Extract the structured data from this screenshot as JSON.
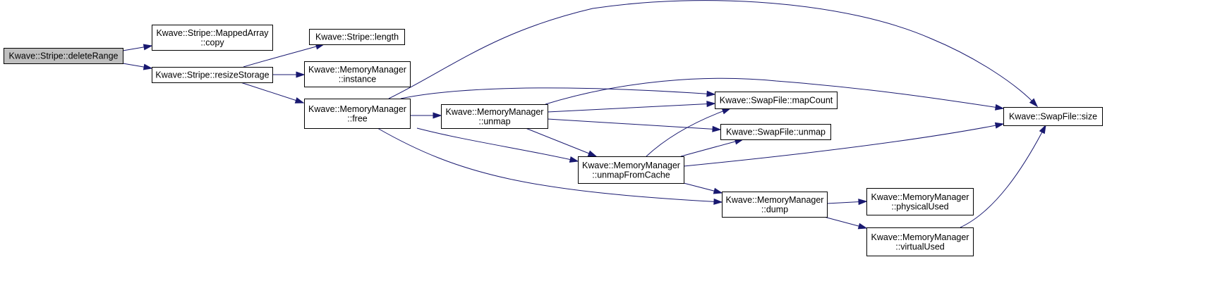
{
  "graph": {
    "title": "",
    "colors": {
      "edge": "#191970",
      "current_node_fill": "#bfbfbf",
      "node_fill": "#ffffff",
      "node_border": "#000000"
    },
    "nodes": [
      {
        "id": "deleteRange",
        "lines": [
          "Kwave::Stripe::deleteRange"
        ],
        "current": true
      },
      {
        "id": "copy",
        "lines": [
          "Kwave::Stripe::MappedArray",
          "::copy"
        ]
      },
      {
        "id": "resizeStorage",
        "lines": [
          "Kwave::Stripe::resizeStorage"
        ]
      },
      {
        "id": "length",
        "lines": [
          "Kwave::Stripe::length"
        ]
      },
      {
        "id": "instance",
        "lines": [
          "Kwave::MemoryManager",
          "::instance"
        ]
      },
      {
        "id": "free",
        "lines": [
          "Kwave::MemoryManager",
          "::free"
        ]
      },
      {
        "id": "mm_unmap",
        "lines": [
          "Kwave::MemoryManager",
          "::unmap"
        ]
      },
      {
        "id": "mapCount",
        "lines": [
          "Kwave::SwapFile::mapCount"
        ]
      },
      {
        "id": "sf_unmap",
        "lines": [
          "Kwave::SwapFile::unmap"
        ]
      },
      {
        "id": "unmapFromCache",
        "lines": [
          "Kwave::MemoryManager",
          "::unmapFromCache"
        ]
      },
      {
        "id": "dump",
        "lines": [
          "Kwave::MemoryManager",
          "::dump"
        ]
      },
      {
        "id": "size",
        "lines": [
          "Kwave::SwapFile::size"
        ]
      },
      {
        "id": "physicalUsed",
        "lines": [
          "Kwave::MemoryManager",
          "::physicalUsed"
        ]
      },
      {
        "id": "virtualUsed",
        "lines": [
          "Kwave::MemoryManager",
          "::virtualUsed"
        ]
      }
    ],
    "edges": [
      {
        "from": "deleteRange",
        "to": "copy"
      },
      {
        "from": "deleteRange",
        "to": "resizeStorage"
      },
      {
        "from": "resizeStorage",
        "to": "length"
      },
      {
        "from": "resizeStorage",
        "to": "instance"
      },
      {
        "from": "resizeStorage",
        "to": "free"
      },
      {
        "from": "free",
        "to": "size"
      },
      {
        "from": "free",
        "to": "mapCount"
      },
      {
        "from": "free",
        "to": "mm_unmap"
      },
      {
        "from": "free",
        "to": "unmapFromCache"
      },
      {
        "from": "free",
        "to": "dump"
      },
      {
        "from": "mm_unmap",
        "to": "size"
      },
      {
        "from": "mm_unmap",
        "to": "mapCount"
      },
      {
        "from": "mm_unmap",
        "to": "sf_unmap"
      },
      {
        "from": "mm_unmap",
        "to": "unmapFromCache"
      },
      {
        "from": "unmapFromCache",
        "to": "mapCount"
      },
      {
        "from": "unmapFromCache",
        "to": "sf_unmap"
      },
      {
        "from": "unmapFromCache",
        "to": "size"
      },
      {
        "from": "unmapFromCache",
        "to": "dump"
      },
      {
        "from": "dump",
        "to": "physicalUsed"
      },
      {
        "from": "dump",
        "to": "virtualUsed"
      },
      {
        "from": "virtualUsed",
        "to": "size"
      }
    ]
  }
}
